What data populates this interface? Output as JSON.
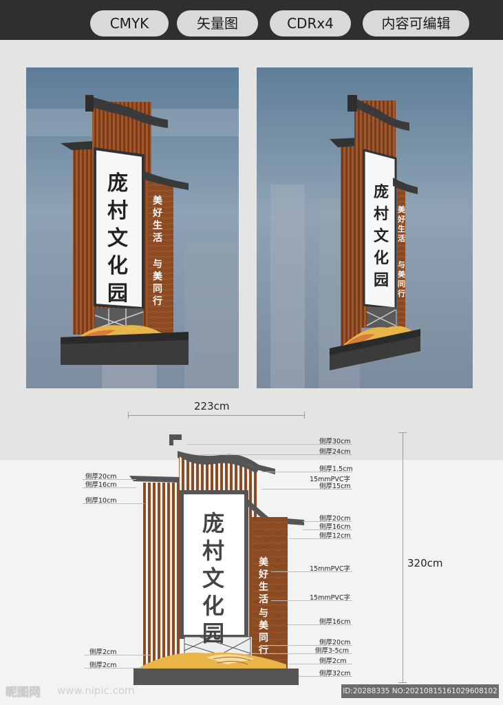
{
  "tags": [
    "CMYK",
    "矢量图",
    "CDRx4",
    "内容可编辑"
  ],
  "sign": {
    "title_chars": [
      "庞",
      "村",
      "文",
      "化",
      "园"
    ],
    "slogan_left_chars": [
      "美",
      "好",
      "生",
      "活"
    ],
    "slogan_right_chars": [
      "与",
      "美",
      "同",
      "行"
    ]
  },
  "dimensions": {
    "width": "223cm",
    "height": "320cm"
  },
  "annotations_left": [
    "侧厚20cm",
    "侧厚16cm",
    "侧厚10cm",
    "侧厚2cm",
    "侧厚2cm"
  ],
  "annotations_right": [
    "侧厚30cm",
    "侧厚24cm",
    "侧厚1.5cm",
    "15mmPVC字",
    "侧厚15cm",
    "侧厚20cm",
    "侧厚16cm",
    "侧厚12cm",
    "15mmPVC字",
    "15mmPVC字",
    "侧厚16cm",
    "侧厚20cm",
    "侧厚3-5cm",
    "侧厚2cm",
    "侧厚32cm"
  ],
  "footer": {
    "logo": "昵图网",
    "site": "www.nipic.com",
    "id": "ID:20288335 NO:20210815161029608102"
  },
  "colors": {
    "wood": "#8a4a22",
    "frame": "#3a3a3a",
    "panel": "#ffffff",
    "sky": "#6f8aa3",
    "sand": "#e8b548"
  }
}
